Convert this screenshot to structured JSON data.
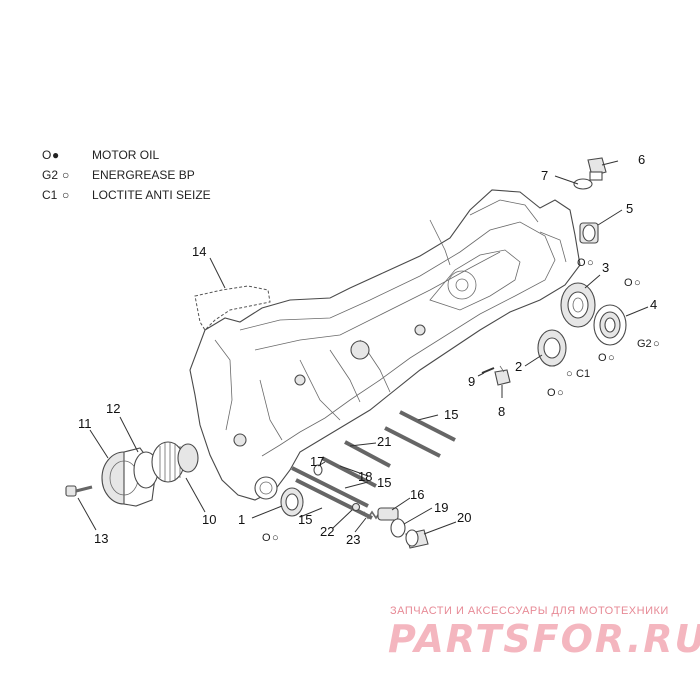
{
  "legend": [
    {
      "code": "O",
      "description": "MOTOR OIL"
    },
    {
      "code": "G2",
      "description": "ENERGREASE BP"
    },
    {
      "code": "C1",
      "description": "LOCTITE ANTI SEIZE"
    }
  ],
  "callouts": {
    "n1": "1",
    "n2": "2",
    "n3": "3",
    "n4": "4",
    "n5": "5",
    "n6": "6",
    "n7": "7",
    "n8": "8",
    "n9": "9",
    "n10": "10",
    "n11": "11",
    "n12": "12",
    "n13": "13",
    "n14": "14",
    "n15a": "15",
    "n15b": "15",
    "n15c": "15",
    "n16": "16",
    "n17": "17",
    "n18": "18",
    "n19": "19",
    "n20": "20",
    "n21": "21",
    "n22": "22",
    "n23": "23"
  },
  "lube_marks": {
    "o": "O",
    "g2": "G2",
    "c1": "C1"
  },
  "watermark": {
    "tagline": "ЗАПЧАСТИ И АКСЕССУАРЫ ДЛЯ МОТОТЕХНИКИ",
    "brand": "PARTSFOR.RU"
  }
}
